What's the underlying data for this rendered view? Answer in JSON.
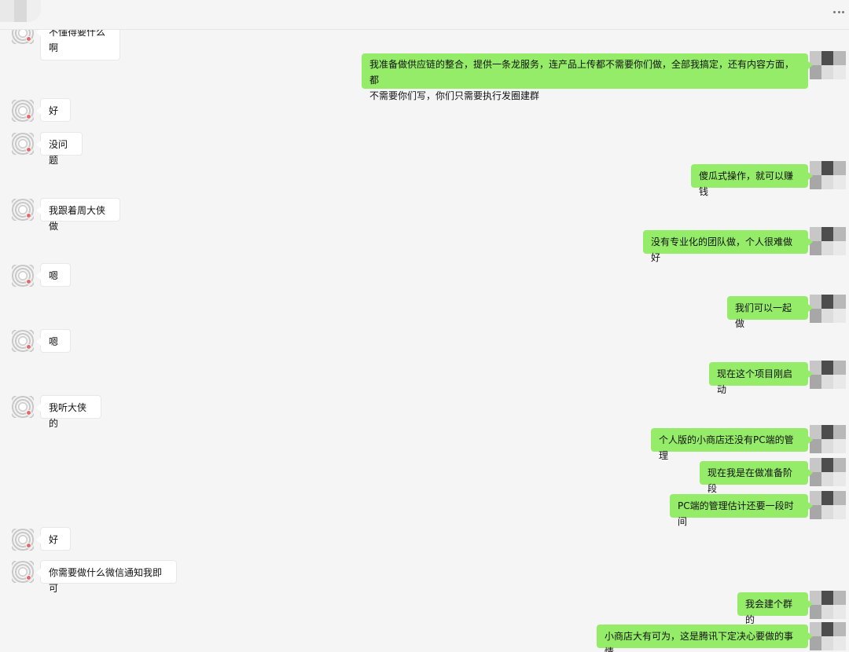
{
  "header": {
    "more_label": "···",
    "avatar_name": "blurred-contact-avatar"
  },
  "icons": {
    "more": "more-options-icon",
    "left_avatar": "blurred-qr-avatar",
    "right_avatar": "blurred-user-avatar"
  },
  "colors": {
    "background": "#f5f5f5",
    "incoming_bubble": "#ffffff",
    "outgoing_bubble": "#95ec69",
    "text": "#111111"
  },
  "messages": [
    {
      "side": "left",
      "text": "不懂得要什么啊"
    },
    {
      "side": "right",
      "text": "我准备做供应链的整合，提供一条龙服务，连产品上传都不需要你们做，全部我搞定，还有内容方面，都\n不需要你们写，你们只需要执行发圈建群"
    },
    {
      "side": "left",
      "text": "好"
    },
    {
      "side": "left",
      "text": "没问题"
    },
    {
      "side": "right",
      "text": "傻瓜式操作，就可以赚钱"
    },
    {
      "side": "left",
      "text": "我跟着周大侠做"
    },
    {
      "side": "right",
      "text": "没有专业化的团队做，个人很难做好"
    },
    {
      "side": "left",
      "text": "嗯"
    },
    {
      "side": "right",
      "text": "我们可以一起做"
    },
    {
      "side": "left",
      "text": "嗯"
    },
    {
      "side": "right",
      "text": "现在这个项目刚启动"
    },
    {
      "side": "left",
      "text": "我听大侠的"
    },
    {
      "side": "right",
      "text": "个人版的小商店还没有PC端的管理"
    },
    {
      "side": "right",
      "text": "现在我是在做准备阶段"
    },
    {
      "side": "right",
      "text": "PC端的管理估计还要一段时间"
    },
    {
      "side": "left",
      "text": "好"
    },
    {
      "side": "left",
      "text": "你需要做什么微信通知我即可"
    },
    {
      "side": "right",
      "text": "我会建个群的"
    },
    {
      "side": "right",
      "text": "小商店大有可为，这是腾讯下定决心要做的事情"
    }
  ]
}
